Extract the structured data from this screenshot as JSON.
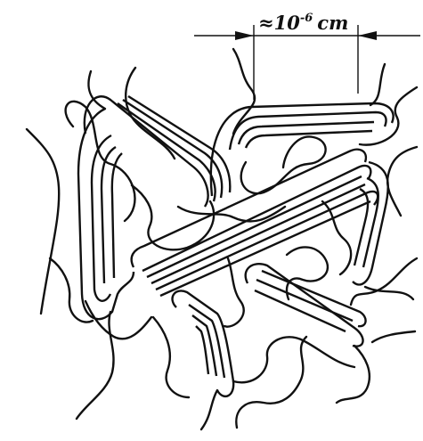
{
  "scale_bar": {
    "prefix": "≈",
    "number": "10",
    "exponent": "-6",
    "unit": "cm"
  },
  "colors": {
    "ink": "#111111",
    "background": "#ffffff"
  }
}
